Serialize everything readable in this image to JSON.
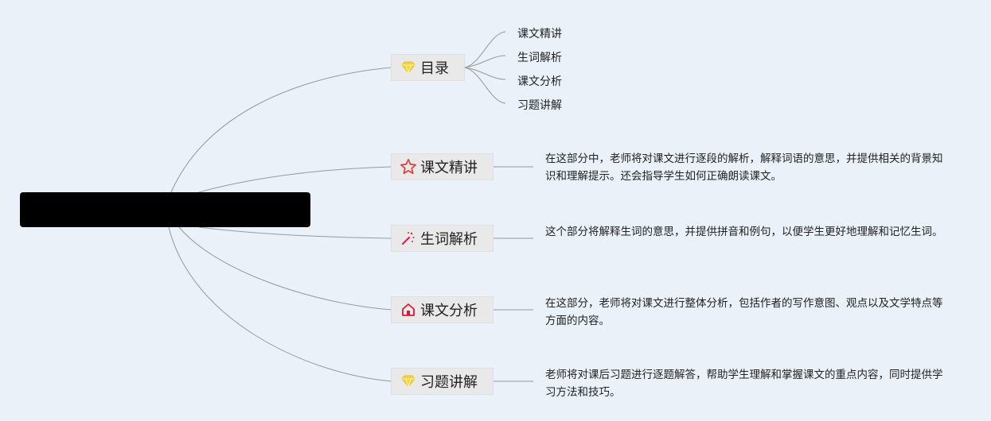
{
  "root": {
    "label": ""
  },
  "toc": {
    "label": "目录",
    "icon": "diamond-icon",
    "items": [
      "课文精讲",
      "生词解析",
      "课文分析",
      "习题讲解"
    ]
  },
  "branches": [
    {
      "label": "课文精讲",
      "icon": "star-icon",
      "description": "在这部分中，老师将对课文进行逐段的解析，解释词语的意思，并提供相关的背景知识和理解提示。还会指导学生如何正确朗读课文。"
    },
    {
      "label": "生词解析",
      "icon": "magic-wand-icon",
      "description": "这个部分将解释生词的意思，并提供拼音和例句，以便学生更好地理解和记忆生词。"
    },
    {
      "label": "课文分析",
      "icon": "home-icon",
      "description": "在这部分，老师将对课文进行整体分析，包括作者的写作意图、观点以及文学特点等方面的内容。"
    },
    {
      "label": "习题讲解",
      "icon": "diamond-icon",
      "description": "老师将对课后习题进行逐题解答，帮助学生理解和掌握课文的重点内容，同时提供学习方法和技巧。"
    }
  ],
  "colors": {
    "background": "#eaf1f8",
    "connector": "#999999",
    "topic_fill": "#e9e9e9",
    "diamond": "#f2d43a",
    "star": "#e53935",
    "wand": "#e0234e",
    "home": "#d81b3a"
  }
}
